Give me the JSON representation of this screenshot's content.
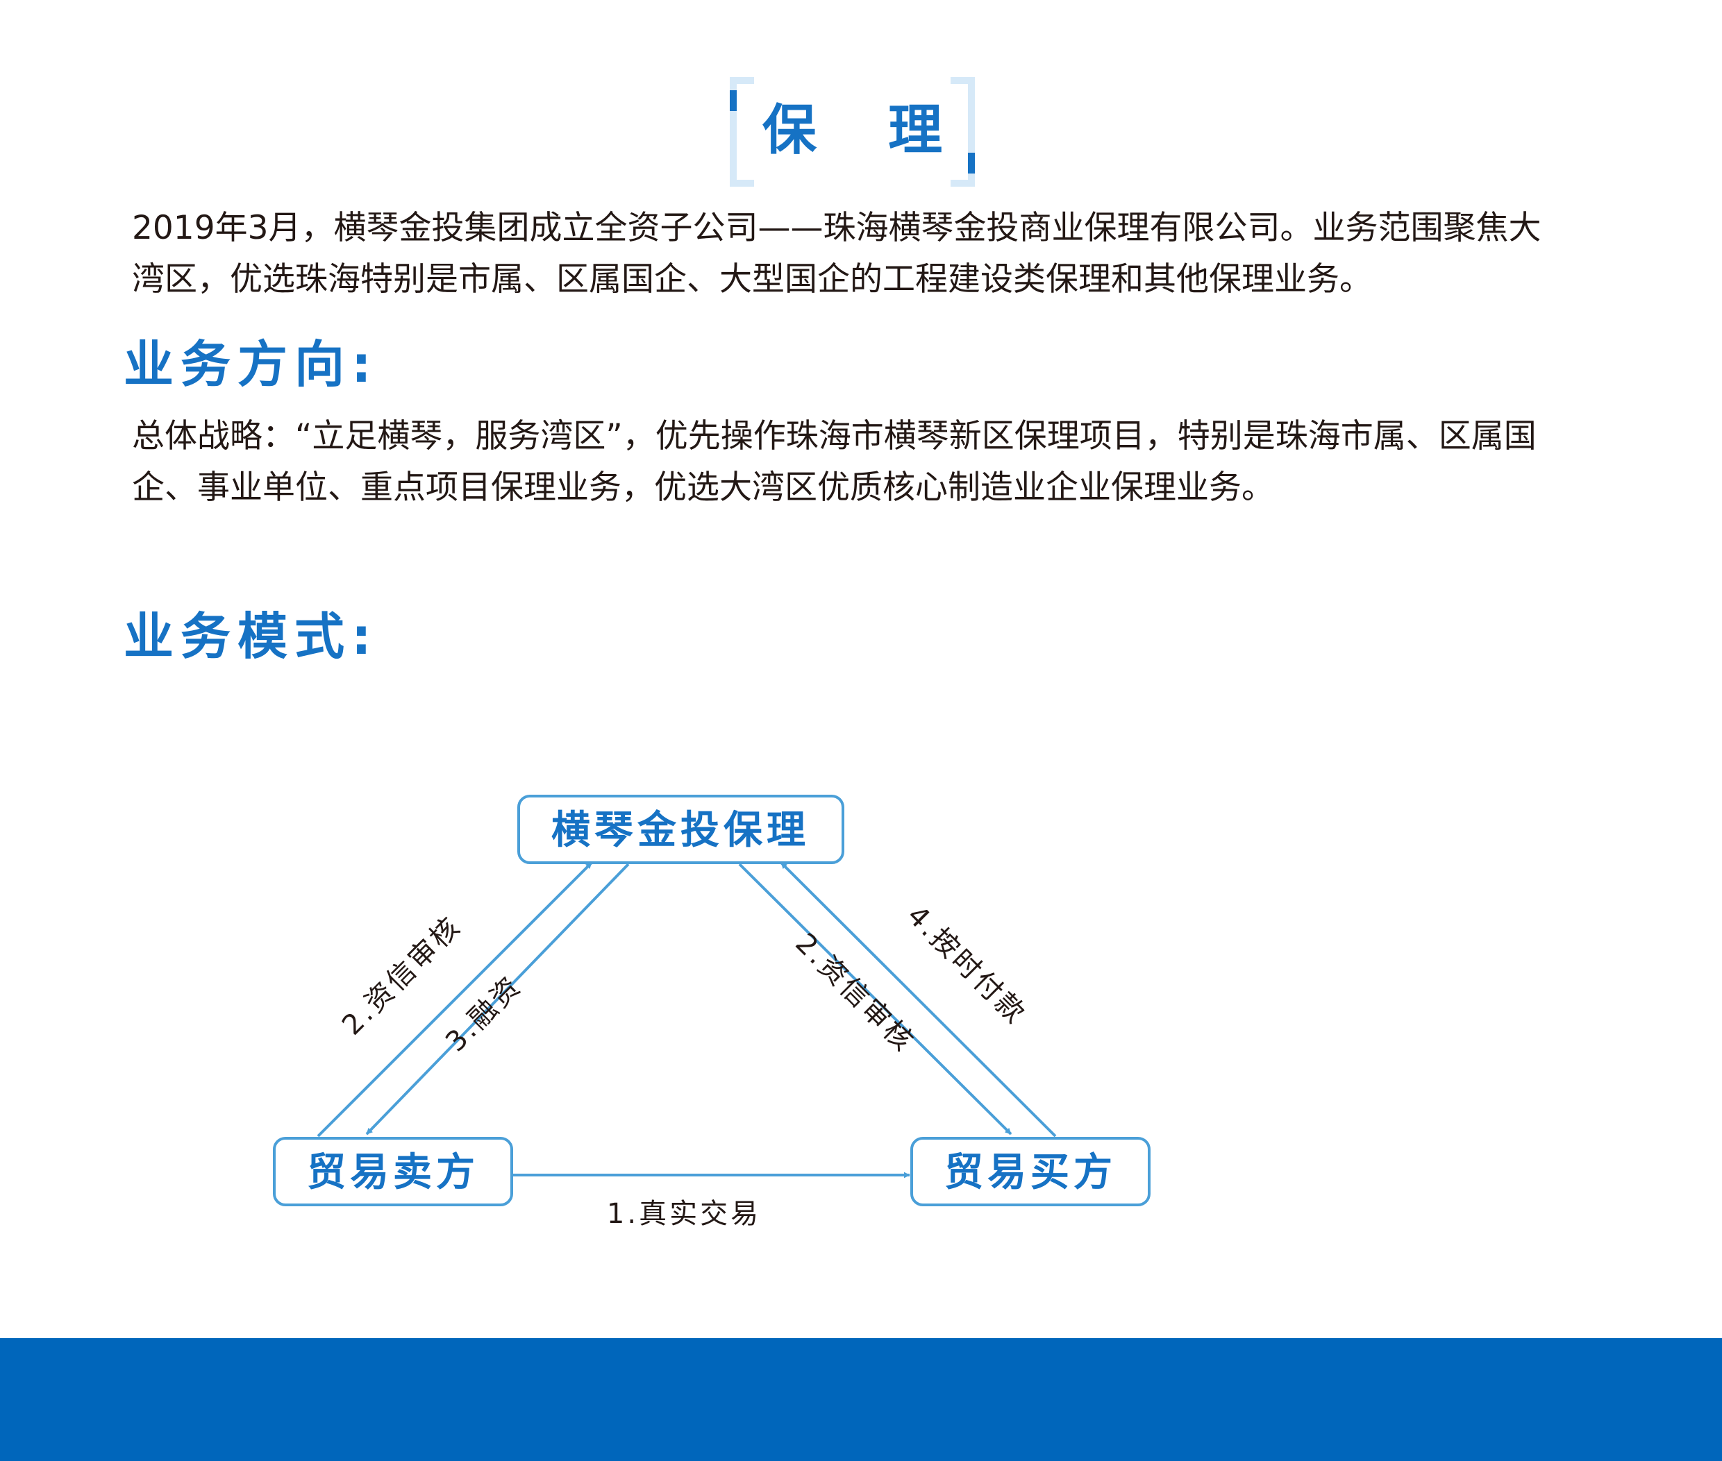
{
  "header": {
    "title": "保 理"
  },
  "intro": {
    "line1": "2019年3月，横琴金投集团成立全资子公司——珠海横琴金投商业保理有限公司。业务范围聚焦大",
    "line2": "湾区，优选珠海特别是市属、区属国企、大型国企的工程建设类保理和其他保理业务。"
  },
  "direction": {
    "heading": "业务方向:",
    "line1": "总体战略：“立足横琴，服务湾区”，优先操作珠海市横琴新区保理项目，特别是珠海市属、区属国",
    "line2": "企、事业单位、重点项目保理业务，优选大湾区优质核心制造业企业保理业务。"
  },
  "mode": {
    "heading": "业务模式:"
  },
  "diagram": {
    "nodes": {
      "factor": "横琴金投保理",
      "seller": "贸易卖方",
      "buyer": "贸易买方"
    },
    "edges": {
      "trade": "1.真实交易",
      "credit_review_left": "2.资信审核",
      "financing": "3.融资",
      "credit_review_right": "2.资信审核",
      "payment": "4.按时付款"
    }
  },
  "colors": {
    "brand_blue": "#1672c4",
    "line_blue": "#4a9fd8",
    "bracket_light": "#d6e9f8",
    "footer_blue": "#0066bb"
  }
}
